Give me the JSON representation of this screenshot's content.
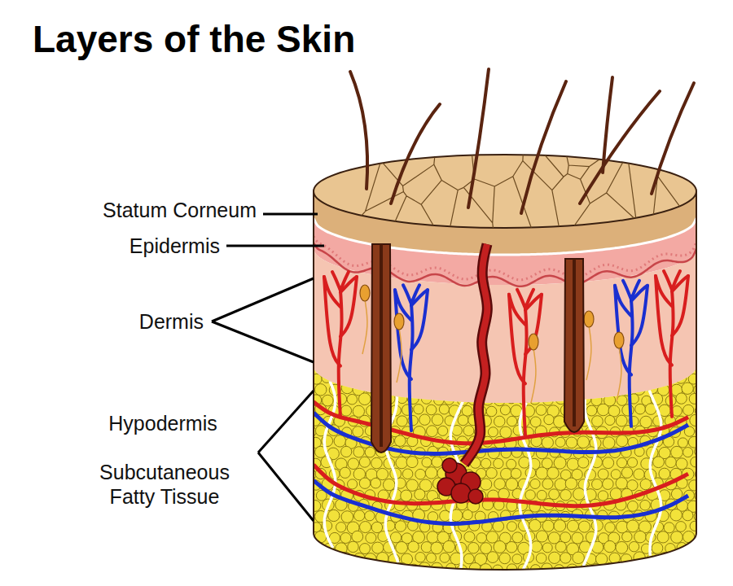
{
  "diagram": {
    "title": "Layers of the Skin",
    "labels": [
      "Statum Corneum",
      "Epidermis",
      "Dermis",
      "Hypodermis",
      "Subcutaneous Fatty Tissue"
    ]
  }
}
